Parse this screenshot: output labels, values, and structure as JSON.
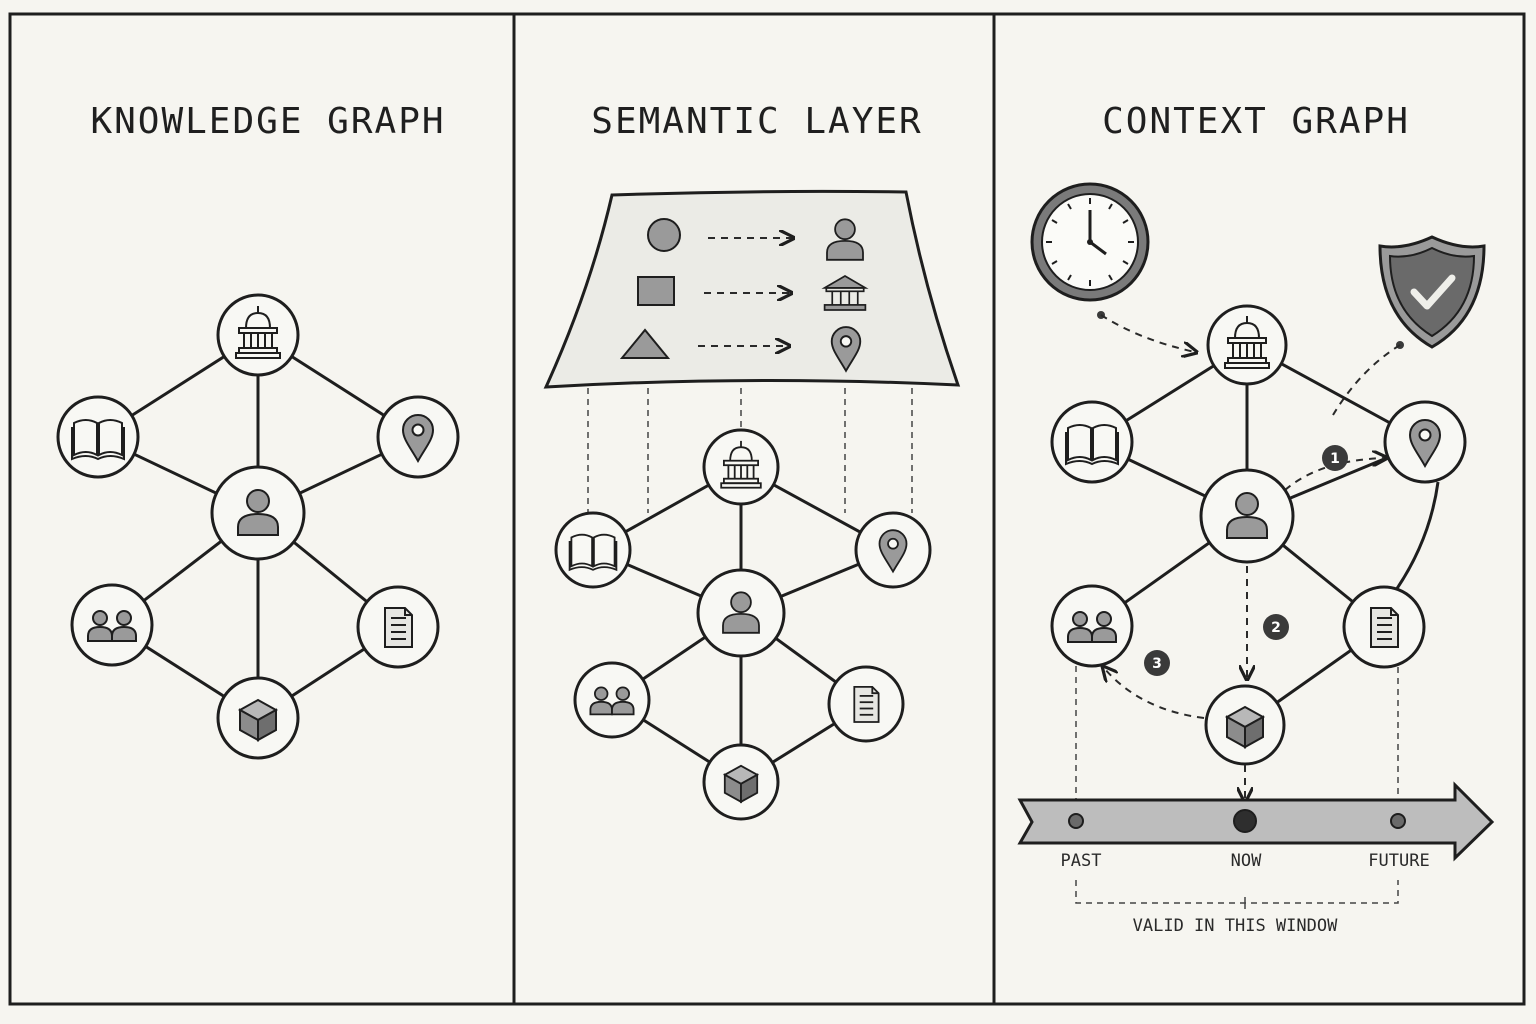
{
  "panels": [
    {
      "title": "KNOWLEDGE GRAPH"
    },
    {
      "title": "SEMANTIC LAYER"
    },
    {
      "title": "CONTEXT GRAPH"
    }
  ],
  "node_icons": [
    "government-building-icon",
    "book-icon",
    "location-pin-icon",
    "person-icon",
    "group-icon",
    "document-icon",
    "cube-icon"
  ],
  "semantic_mappings": [
    {
      "shape": "circle",
      "maps_to": "person-icon"
    },
    {
      "shape": "square",
      "maps_to": "government-building-icon"
    },
    {
      "shape": "triangle",
      "maps_to": "location-pin-icon"
    }
  ],
  "context_steps": [
    "1",
    "2",
    "3"
  ],
  "timeline": {
    "past_label": "PAST",
    "now_label": "NOW",
    "future_label": "FUTURE",
    "window_label": "VALID IN THIS WINDOW"
  },
  "extra_icons": [
    "clock-icon",
    "shield-check-icon"
  ]
}
